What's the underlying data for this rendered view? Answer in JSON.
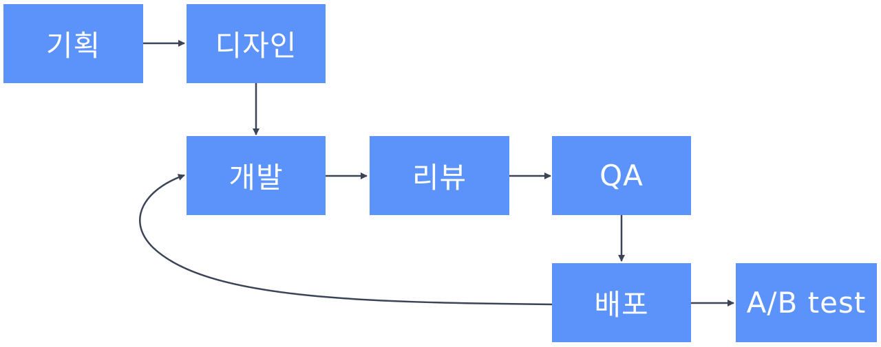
{
  "diagram": {
    "nodes": [
      {
        "id": "plan",
        "label": "기획"
      },
      {
        "id": "design",
        "label": "디자인"
      },
      {
        "id": "dev",
        "label": "개발"
      },
      {
        "id": "review",
        "label": "리뷰"
      },
      {
        "id": "qa",
        "label": "QA"
      },
      {
        "id": "deploy",
        "label": "배포"
      },
      {
        "id": "abtest",
        "label": "A/B test"
      }
    ],
    "edges": [
      {
        "from": "plan",
        "to": "design"
      },
      {
        "from": "design",
        "to": "dev"
      },
      {
        "from": "dev",
        "to": "review"
      },
      {
        "from": "review",
        "to": "qa"
      },
      {
        "from": "qa",
        "to": "deploy"
      },
      {
        "from": "deploy",
        "to": "abtest"
      },
      {
        "from": "deploy",
        "to": "dev"
      }
    ]
  },
  "colors": {
    "node_fill": "#5b93fa",
    "node_text": "#ffffff",
    "connector": "#3a4456"
  }
}
